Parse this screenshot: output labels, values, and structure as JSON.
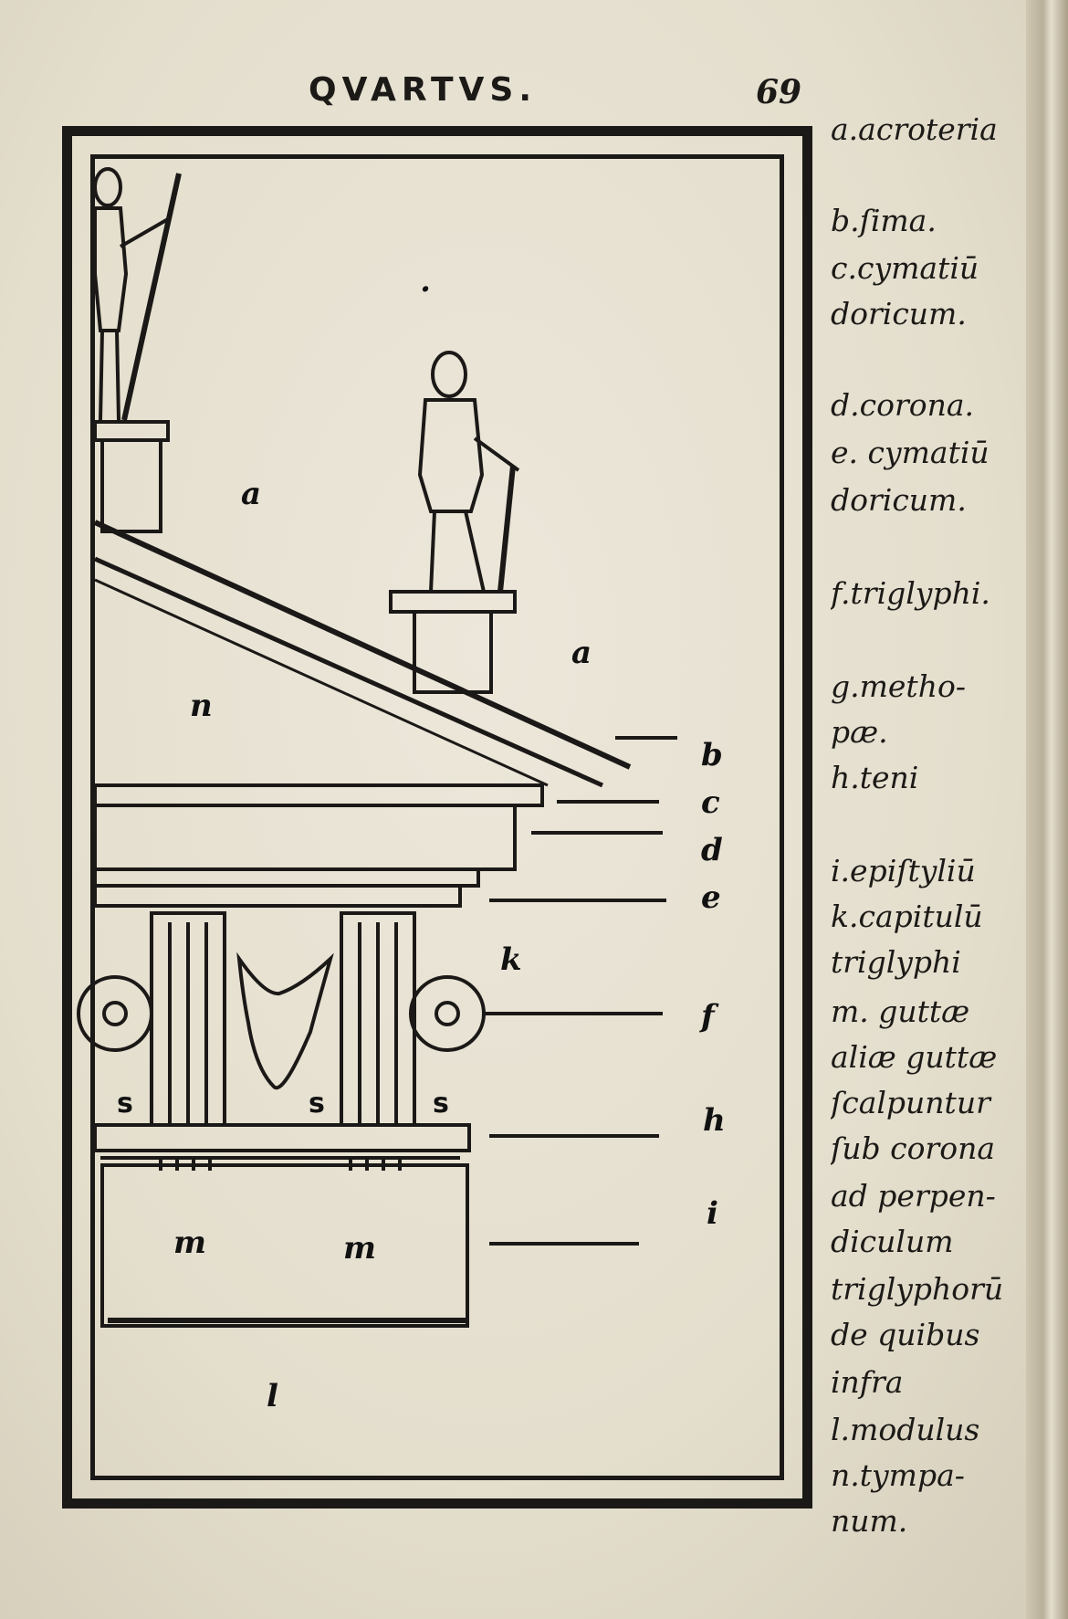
{
  "header": {
    "title": "QVARTVS.",
    "page_number": "69"
  },
  "figure_labels": {
    "a1": "a",
    "a2": "a",
    "n": "n",
    "b": "b",
    "c": "c",
    "d": "d",
    "e": "e",
    "k": "k",
    "f": "f",
    "h": "h",
    "i": "i",
    "s1": "s",
    "s2": "s",
    "s3": "s",
    "m1": "m",
    "m2": "m",
    "l": "l"
  },
  "caption": {
    "lines": [
      "a.acroteria",
      "b.ſima.",
      "c.cymatiū",
      "doricum.",
      "d.corona.",
      "e. cymatiū",
      "doricum.",
      "f.triglyphi.",
      "g.metho-",
      "pæ.",
      "h.teni",
      "i.epiſtyliū",
      "k.capitulū",
      "triglyphi",
      "m. guttæ",
      "aliæ guttæ",
      "ſcalpuntur",
      "ſub corona",
      "ad perpen-",
      "diculum",
      "triglyphorū",
      "de quibus",
      "infra",
      "l.modulus",
      "n.tympa-",
      "num."
    ]
  }
}
